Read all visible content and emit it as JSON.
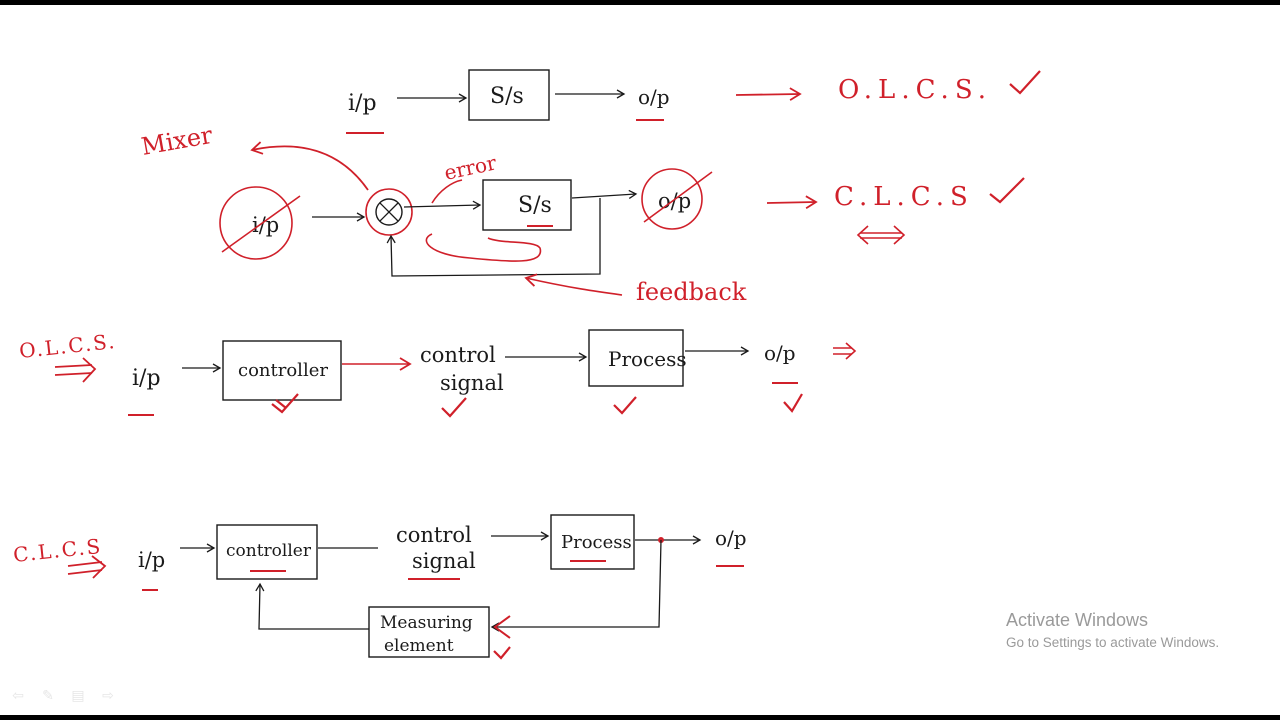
{
  "diagram": {
    "top_input": "i/p",
    "top_system": "S/s",
    "top_output": "o/p",
    "top_label": "O.L.C.S.",
    "mixer_label": "Mixer",
    "error_label": "error",
    "mid_input": "i/p",
    "mid_system": "S/s",
    "mid_output": "o/p",
    "mid_label": "C.L.C.S",
    "feedback_label": "feedback",
    "olcs_title": "O.L.C.S.",
    "olcs_input": "i/p",
    "olcs_controller": "controller",
    "olcs_control_signal_1": "control",
    "olcs_control_signal_2": "signal",
    "olcs_process": "Process",
    "olcs_output": "o/p",
    "clcs_title": "C.L.C.S",
    "clcs_input": "i/p",
    "clcs_controller": "controller",
    "clcs_control_signal_1": "control",
    "clcs_control_signal_2": "signal",
    "clcs_process": "Process",
    "clcs_output": "o/p",
    "clcs_measuring_1": "Measuring",
    "clcs_measuring_2": "element",
    "ink_black": "#1a1a1a",
    "ink_red": "#d0202a"
  },
  "watermark": {
    "title": "Activate Windows",
    "subtitle": "Go to Settings to activate Windows."
  }
}
